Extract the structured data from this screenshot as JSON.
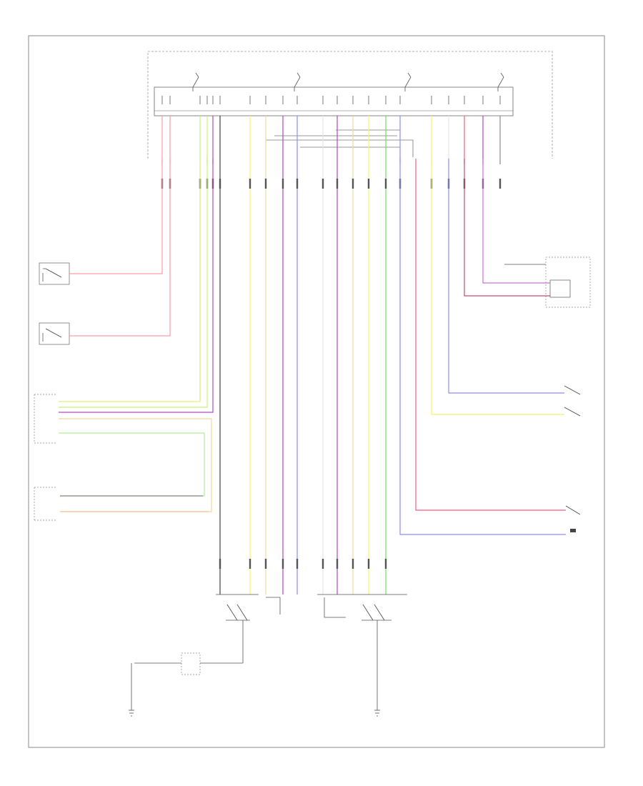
{
  "colors": {
    "red": "#ff9aa8",
    "pink": "#ff5a78",
    "yellow": "#f2f26a",
    "yellow_green": "#c8f07a",
    "green": "#6fe35a",
    "violet": "#b04ac0",
    "blue": "#8a8cff",
    "tan": "#e9dca0",
    "white": "#e4e4e4",
    "gray": "#8a8a8a",
    "black": "#444444",
    "orange": "#f6c49c",
    "ltgreen": "#b0ee9a",
    "frame": "#8a8a8a"
  },
  "relay_headers": [
    "",
    "",
    "",
    ""
  ],
  "relay_labels": [
    "",
    "",
    "",
    ""
  ],
  "module_title": "",
  "module_sub": "",
  "left_wires": [
    {
      "color": "red",
      "label": ""
    },
    {
      "color": "red",
      "label": ""
    },
    {
      "color": "yellow_green",
      "label": ""
    },
    {
      "color": "yellow_green",
      "label": ""
    },
    {
      "color": "violet",
      "label": ""
    },
    {
      "color": "black",
      "label": ""
    },
    {
      "color": "yellow",
      "label": ""
    },
    {
      "color": "tan",
      "label": ""
    },
    {
      "color": "violet",
      "label": ""
    },
    {
      "color": "blue",
      "label": ""
    }
  ],
  "right_wires": [
    {
      "color": "white",
      "label": ""
    },
    {
      "color": "violet",
      "label": ""
    },
    {
      "color": "tan",
      "label": ""
    },
    {
      "color": "yellow",
      "label": ""
    },
    {
      "color": "green",
      "label": ""
    },
    {
      "color": "blue",
      "label": ""
    },
    {
      "color": "yellow",
      "label": ""
    },
    {
      "color": "white",
      "label": ""
    },
    {
      "color": "pink",
      "label": ""
    },
    {
      "color": "violet",
      "label": ""
    },
    {
      "color": "gray",
      "label": ""
    }
  ],
  "components": {
    "left_door_courtesy": "",
    "right_door_courtesy": "",
    "combination_switch": "",
    "engine_control": "",
    "left_mirror": "",
    "right_mirror": "",
    "junction_conn_left": "",
    "junction_conn_right": "",
    "power_door_lock": "",
    "luggage_switch": "",
    "back_door_switch": "",
    "ground_text": ""
  },
  "figure_code": ""
}
